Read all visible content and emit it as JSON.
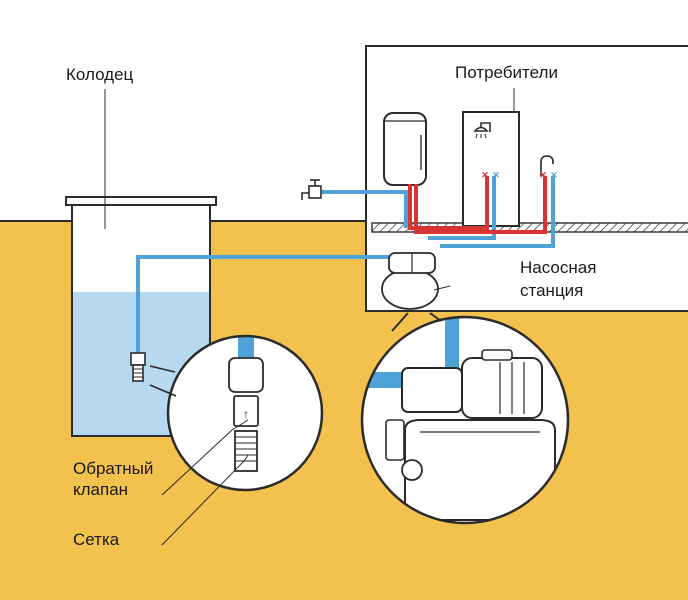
{
  "labels": {
    "well": "Колодец",
    "consumers": "Потребители",
    "pump_station_line1": "Насосная",
    "pump_station_line2": "станция",
    "check_valve_line1": "Обратный",
    "check_valve_line2": "клапан",
    "strainer": "Сетка"
  },
  "colors": {
    "ground": "#f2c14e",
    "water": "#b7d9ef",
    "cold_pipe": "#4fa3d9",
    "hot_pipe": "#d93434",
    "outline": "#2b2b2b"
  },
  "icons": [
    "shower-icon",
    "tap-icon",
    "water-heater-icon",
    "pump-icon",
    "tank-icon"
  ]
}
